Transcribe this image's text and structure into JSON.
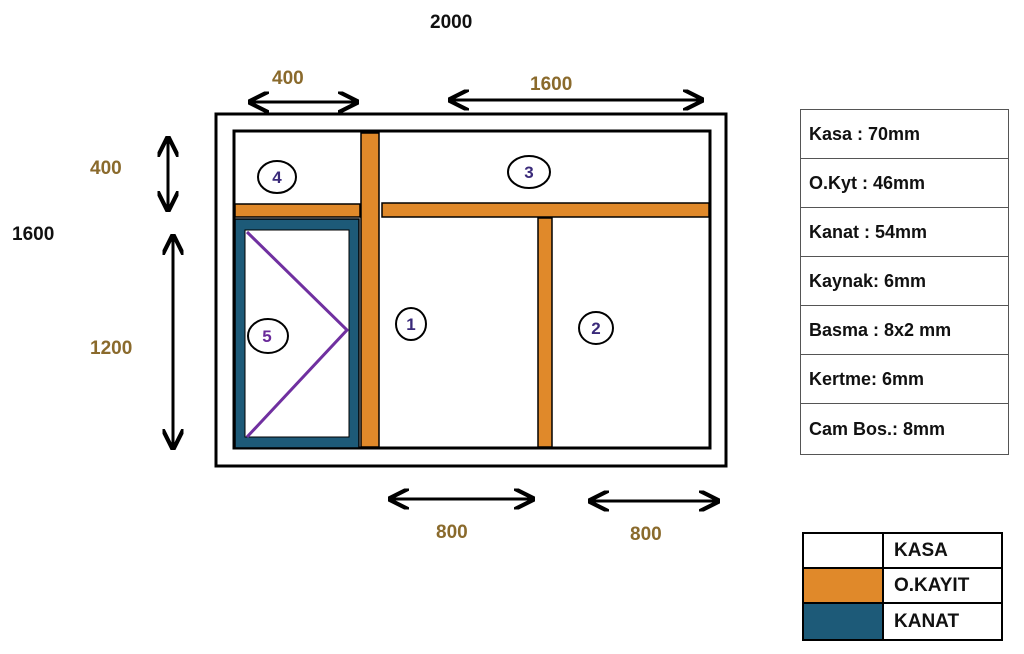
{
  "dimensions": {
    "total_width": "2000",
    "total_height": "1600",
    "top_left_width": "400",
    "top_right_width": "1600",
    "top_height": "400",
    "bottom_height": "1200",
    "bottom_mid_width": "800",
    "bottom_right_width": "800"
  },
  "panels": {
    "p1": "1",
    "p2": "2",
    "p3": "3",
    "p4": "4",
    "p5": "5"
  },
  "specs": [
    {
      "label": "Kasa : 70mm"
    },
    {
      "label": "O.Kyt : 46mm"
    },
    {
      "label": "Kanat : 54mm"
    },
    {
      "label": "Kaynak: 6mm"
    },
    {
      "label": "Basma : 8x2 mm"
    },
    {
      "label": "Kertme: 6mm"
    },
    {
      "label": "Cam Bos.: 8mm"
    }
  ],
  "legend": [
    {
      "label": "KASA",
      "color": "#ffffff"
    },
    {
      "label": "O.KAYIT",
      "color": "#e0892a"
    },
    {
      "label": "KANAT",
      "color": "#1d5a78"
    }
  ],
  "colors": {
    "kasa": "#ffffff",
    "okayit": "#e0892a",
    "kanat": "#1d5a78",
    "opening_lines": "#7030a0",
    "dimension_text": "#8a6a2c"
  }
}
